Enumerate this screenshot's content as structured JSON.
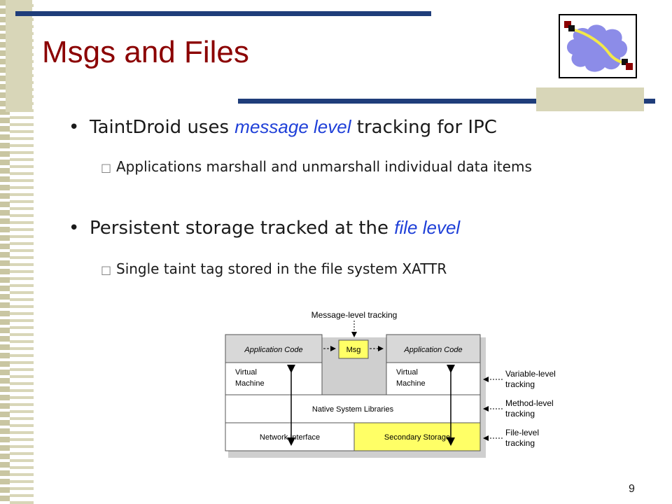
{
  "slide": {
    "title": "Msgs and Files",
    "page_number": "9"
  },
  "bullets": [
    {
      "pre": "TaintDroid uses ",
      "emphasis": "message level",
      "post": " tracking for IPC",
      "sub": "Applications marshall and unmarshall individual data items"
    },
    {
      "pre": "Persistent storage tracked at the ",
      "emphasis": "file level",
      "post": "",
      "sub": "Single taint tag stored in the file system XATTR"
    }
  ],
  "diagram": {
    "top_label": "Message-level tracking",
    "app_left": "Application Code",
    "msg": "Msg",
    "app_right": "Application Code",
    "vm_left_1": "Virtual",
    "vm_left_2": "Machine",
    "vm_right_1": "Virtual",
    "vm_right_2": "Machine",
    "native": "Native System Libraries",
    "network": "Network Interface",
    "storage": "Secondary Storage",
    "side_variable_1": "Variable-level",
    "side_variable_2": "tracking",
    "side_method_1": "Method-level",
    "side_method_2": "tracking",
    "side_file_1": "File-level",
    "side_file_2": "tracking"
  },
  "colors": {
    "title": "#8b0000",
    "emphasis": "#1e3fd8",
    "rule": "#1f3d7a",
    "highlight_yellow": "#ffff66"
  }
}
